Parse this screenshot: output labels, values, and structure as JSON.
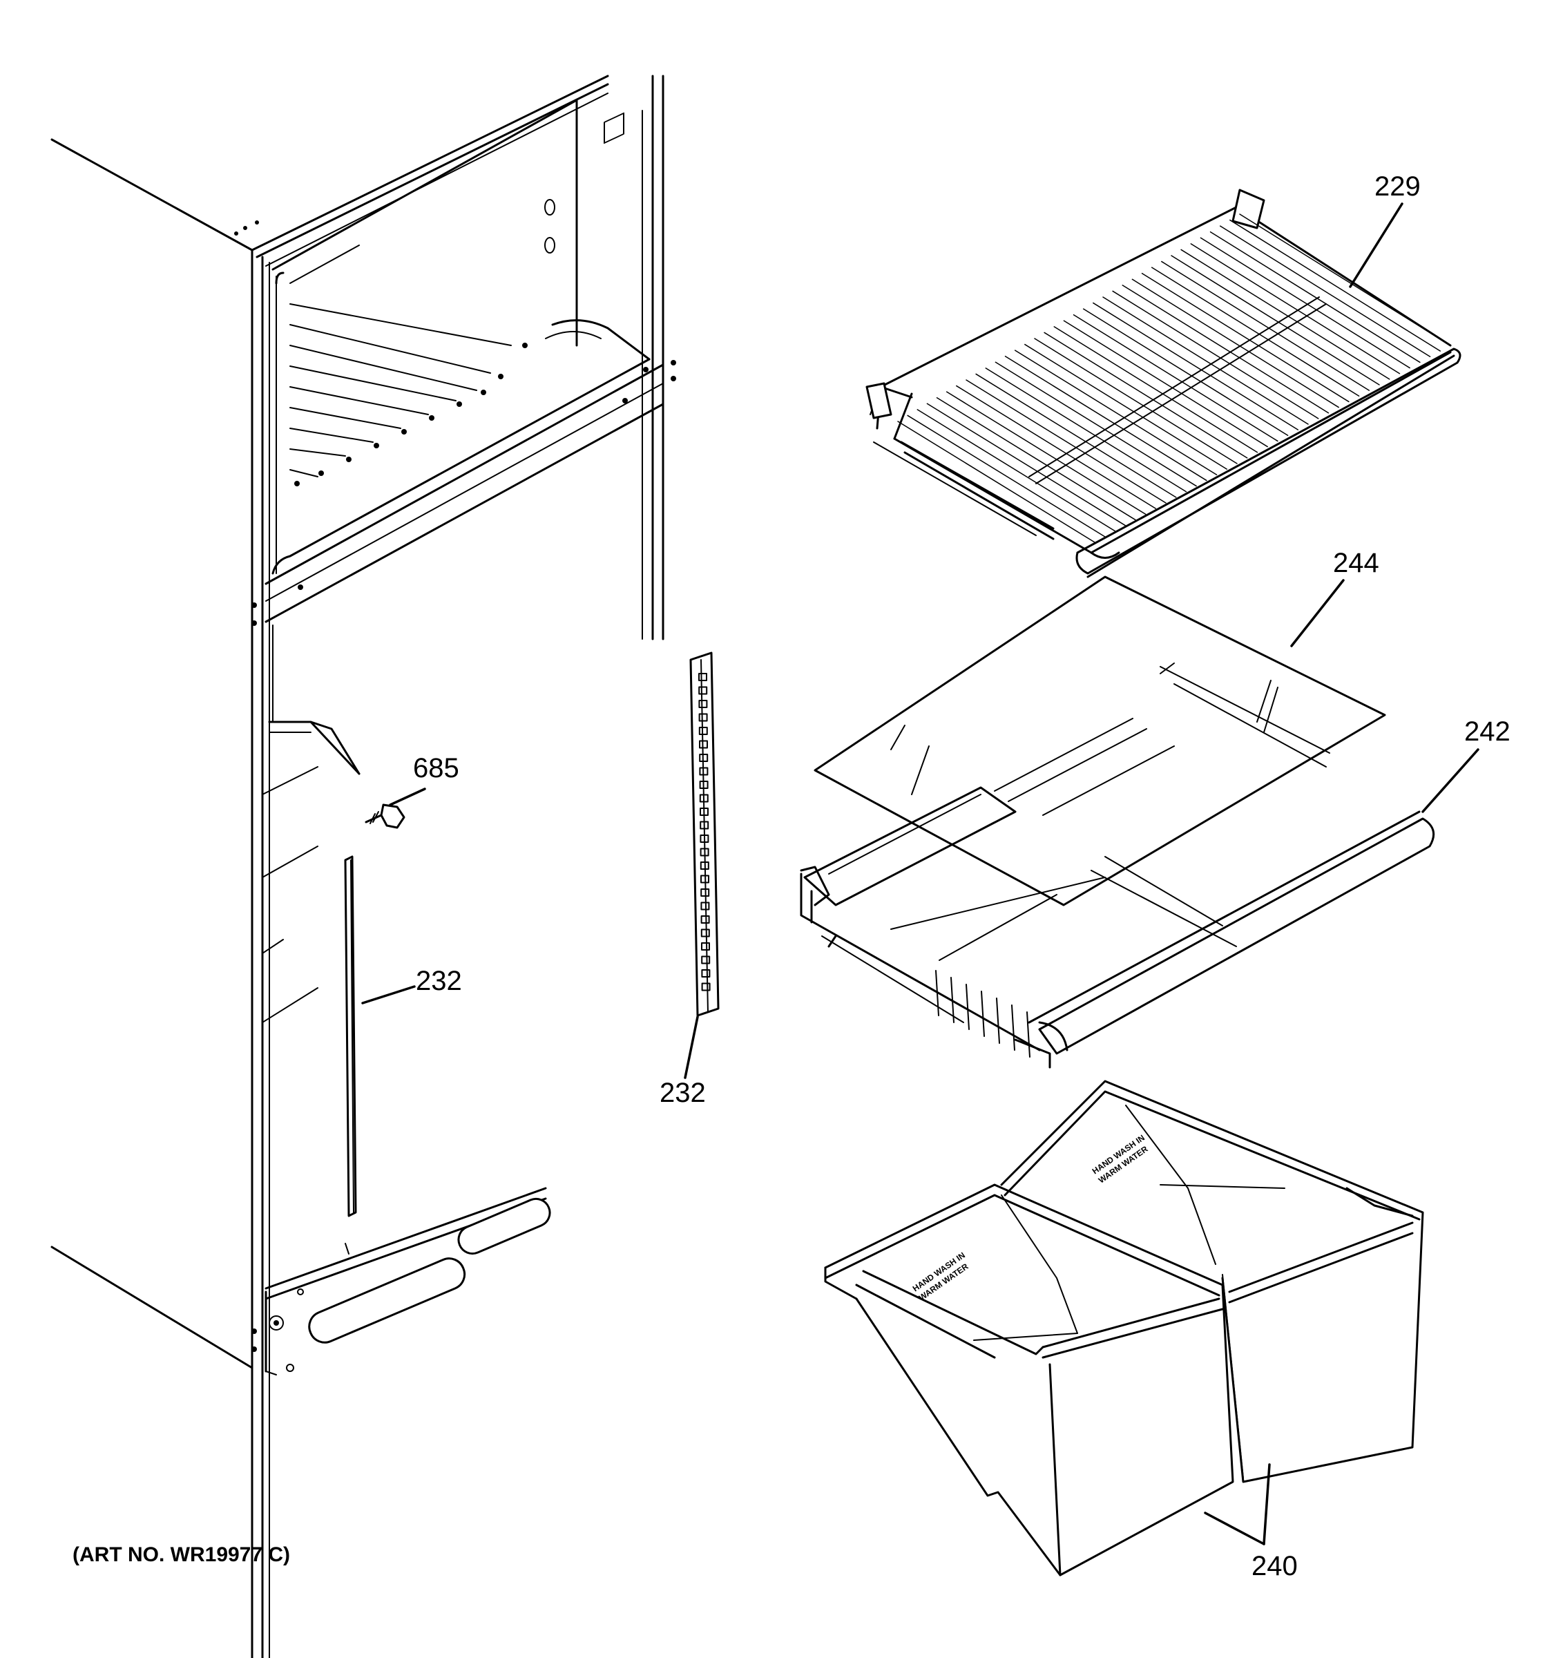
{
  "callouts": {
    "shelf": "229",
    "glass_cover": "244",
    "pan_frame": "242",
    "screw": "685",
    "rail_left": "232",
    "rail_right": "232",
    "crisper_bins": "240"
  },
  "bin_label": {
    "line1": "HAND WASH IN",
    "line2": "WARM WATER"
  },
  "art_number": "(ART NO. WR19977 C)"
}
